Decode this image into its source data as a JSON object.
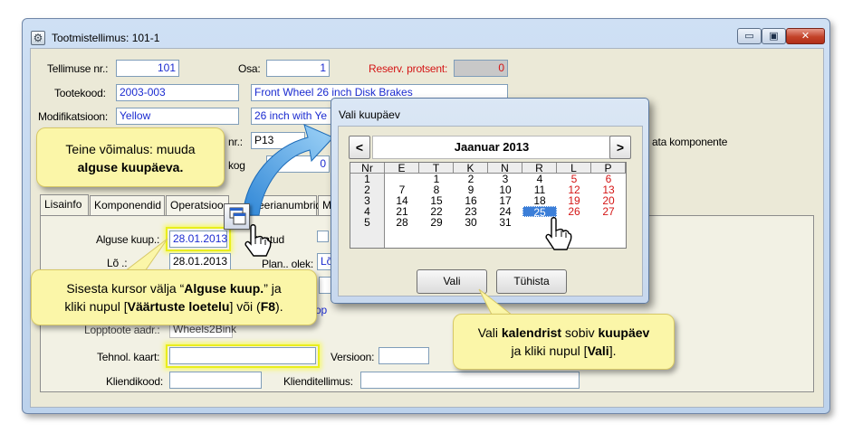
{
  "window": {
    "title": "Tootmistellimus: 101-1",
    "minimize": "▭",
    "maximize": "▣",
    "close": "✕"
  },
  "form": {
    "tellimuse_nr_label": "Tellimuse nr.:",
    "tellimuse_nr_value": "101",
    "osa_label": "Osa:",
    "osa_value": "1",
    "reserv_label": "Reserv. protsent:",
    "reserv_value": "0",
    "tootekood_label": "Tootekood:",
    "tootekood_value": "2003-003",
    "tootekood_desc": "Front Wheel 26 inch Disk Brakes",
    "modifikatsioon_label": "Modifikatsioon:",
    "modifikatsioon_value": "Yellow",
    "modifikatsioon_desc": "26 inch with Ye",
    "nr_label_partial": "nr.:",
    "nr_value_partial": "P13",
    "kog_label_partial": "kog",
    "kog_value_partial": "0",
    "right_text_partial": "ata komponente"
  },
  "tabs": [
    {
      "label": "Lisainfo"
    },
    {
      "label": "Komponendid"
    },
    {
      "label": "Operatsioo"
    },
    {
      "label": "Seerianumbrid"
    },
    {
      "label": "M"
    }
  ],
  "panel": {
    "alguse_label": "Alguse kuup.:",
    "alguse_value": "28.01.2013",
    "lopu_label": "Lõ      .:",
    "lopu_value": "28.01.2013",
    "ktaatud_label": "ktaatud",
    "plan_olek_label": "Plan.. olek:",
    "plan_olek_value": "Lõ",
    "op_text_partial": "op",
    "lopptoote_label": "Lopptoote aadr.:",
    "lopptoote_value": "Wheels2Bink",
    "tehnol_label": "Tehnol. kaart:",
    "tehnol_value": "",
    "versioon_label": "Versioon:",
    "versioon_value": "",
    "kliendikood_label": "Kliendikood:",
    "kliendikood_value": "",
    "klienditellimus_label": "Klienditellimus:",
    "klienditellimus_value": ""
  },
  "callouts": {
    "top_line1": "Teine võimalus: muuda",
    "top_line2": "alguse kuupäeva.",
    "bottom_line1a": "Sisesta kursor välja “",
    "bottom_line1b": "Alguse kuup.",
    "bottom_line1c": "” ja",
    "bottom_line2a": "kliki nupul [",
    "bottom_line2b": "Väärtuste loetelu",
    "bottom_line2c": "] või (",
    "bottom_line2d": "F8",
    "bottom_line2e": ").",
    "right_line1a": "Vali ",
    "right_line1b": "kalendrist",
    "right_line1c": " sobiv ",
    "right_line1d": "kuupäev",
    "right_line2a": "ja kliki nupul [",
    "right_line2b": "Vali",
    "right_line2c": "]."
  },
  "dialog": {
    "title": "Vali kuupäev",
    "prev": "<",
    "next": ">",
    "month": "Jaanuar 2013",
    "headers": [
      "Nr",
      "E",
      "T",
      "K",
      "N",
      "R",
      "L",
      "P"
    ],
    "weeks": [
      {
        "nr": "1",
        "days": [
          "",
          "1",
          "2",
          "3",
          "4",
          "5",
          "6"
        ]
      },
      {
        "nr": "2",
        "days": [
          "7",
          "8",
          "9",
          "10",
          "11",
          "12",
          "13"
        ]
      },
      {
        "nr": "3",
        "days": [
          "14",
          "15",
          "16",
          "17",
          "18",
          "19",
          "20"
        ]
      },
      {
        "nr": "4",
        "days": [
          "21",
          "22",
          "23",
          "24",
          "25",
          "26",
          "27"
        ]
      },
      {
        "nr": "5",
        "days": [
          "28",
          "29",
          "30",
          "31",
          "",
          "",
          ""
        ]
      }
    ],
    "selected_day": "25",
    "weekend_color": "#d41616",
    "select_color": "#3b7ed8",
    "ok_label": "Vali",
    "cancel_label": "Tühista"
  },
  "icons": {
    "lookup": "list-lookup-icon",
    "hand": "hand-pointer-icon",
    "arrow": "blue-arrow-icon"
  }
}
